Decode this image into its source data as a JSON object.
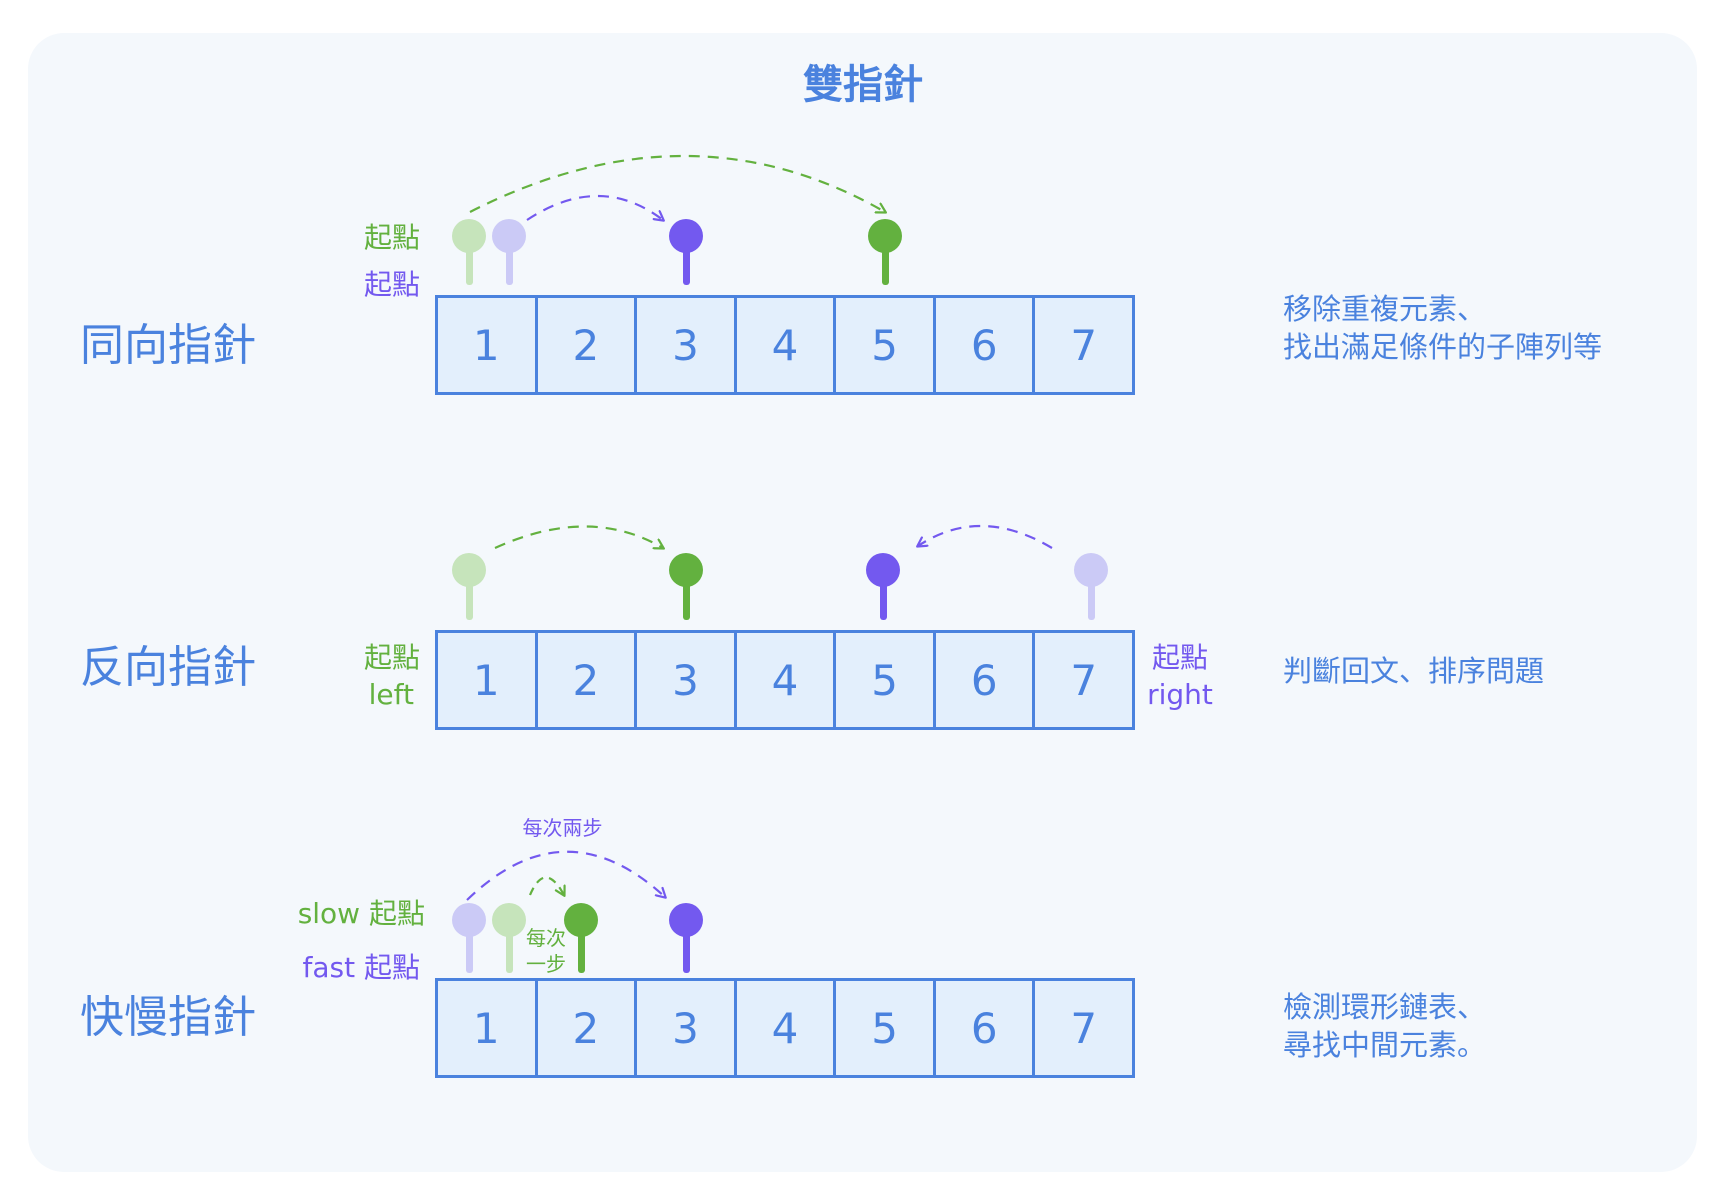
{
  "title": "雙指針",
  "colors": {
    "blue": "#4a82de",
    "green": "#63b13f",
    "green_light": "#c6e4bb",
    "purple": "#7359ef",
    "purple_light": "#cbcaf6",
    "cell_fill": "#e3effc",
    "card": "#f4f8fc"
  },
  "array_values": [
    "1",
    "2",
    "3",
    "4",
    "5",
    "6",
    "7"
  ],
  "sections": [
    {
      "title": "同向指針",
      "desc_lines": [
        "移除重複元素、",
        "找出滿足條件的子陣列等"
      ],
      "labels": {
        "green_start": "起點",
        "purple_start": "起點"
      }
    },
    {
      "title": "反向指針",
      "desc_lines": [
        "判斷回文、排序問題"
      ],
      "labels": {
        "left_start": "起點",
        "left": "left",
        "right_start": "起點",
        "right": "right"
      }
    },
    {
      "title": "快慢指針",
      "desc_lines": [
        "檢測環形鏈表、",
        "尋找中間元素。"
      ],
      "labels": {
        "slow_start": "slow 起點",
        "fast_start": "fast 起點",
        "fast_step": "每次兩步",
        "slow_step_1": "每次",
        "slow_step_2": "一步"
      }
    }
  ]
}
